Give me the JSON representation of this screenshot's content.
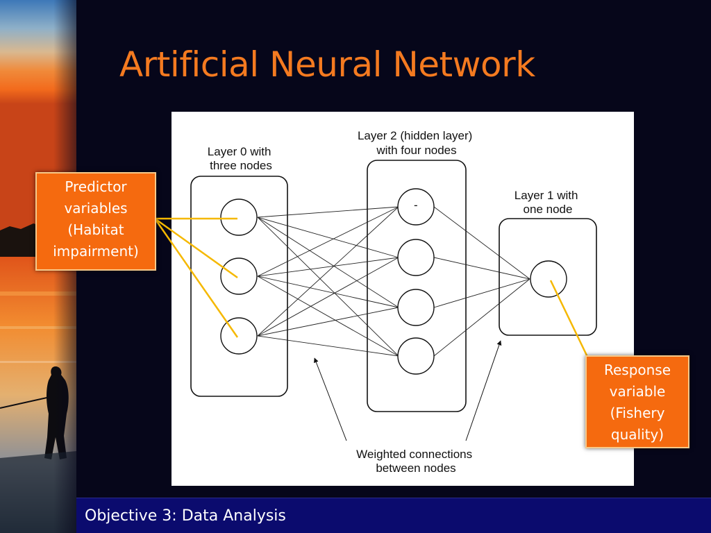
{
  "slide": {
    "title": "Artificial Neural Network",
    "footer": "Objective 3: Data Analysis"
  },
  "diagram": {
    "layer0": {
      "line1": "Layer 0 with",
      "line2": "three nodes"
    },
    "layer2": {
      "line1": "Layer 2  (hidden layer)",
      "line2": "with four nodes"
    },
    "layer1": {
      "line1": "Layer 1 with",
      "line2": "one node"
    },
    "connections": {
      "line1": "Weighted connections",
      "line2": "between nodes"
    },
    "hidden_node_mark": "-"
  },
  "callouts": {
    "predictor": [
      "Predictor",
      "variables",
      "(Habitat",
      "impairment)"
    ],
    "response": [
      "Response",
      "variable",
      "(Fishery",
      "quality)"
    ]
  },
  "colors": {
    "title": "#f47a20",
    "callout_fill": "#f56a0f",
    "callout_border": "#f7c98a",
    "leader_line": "#f5b800",
    "footer": "#0b0b6e"
  }
}
